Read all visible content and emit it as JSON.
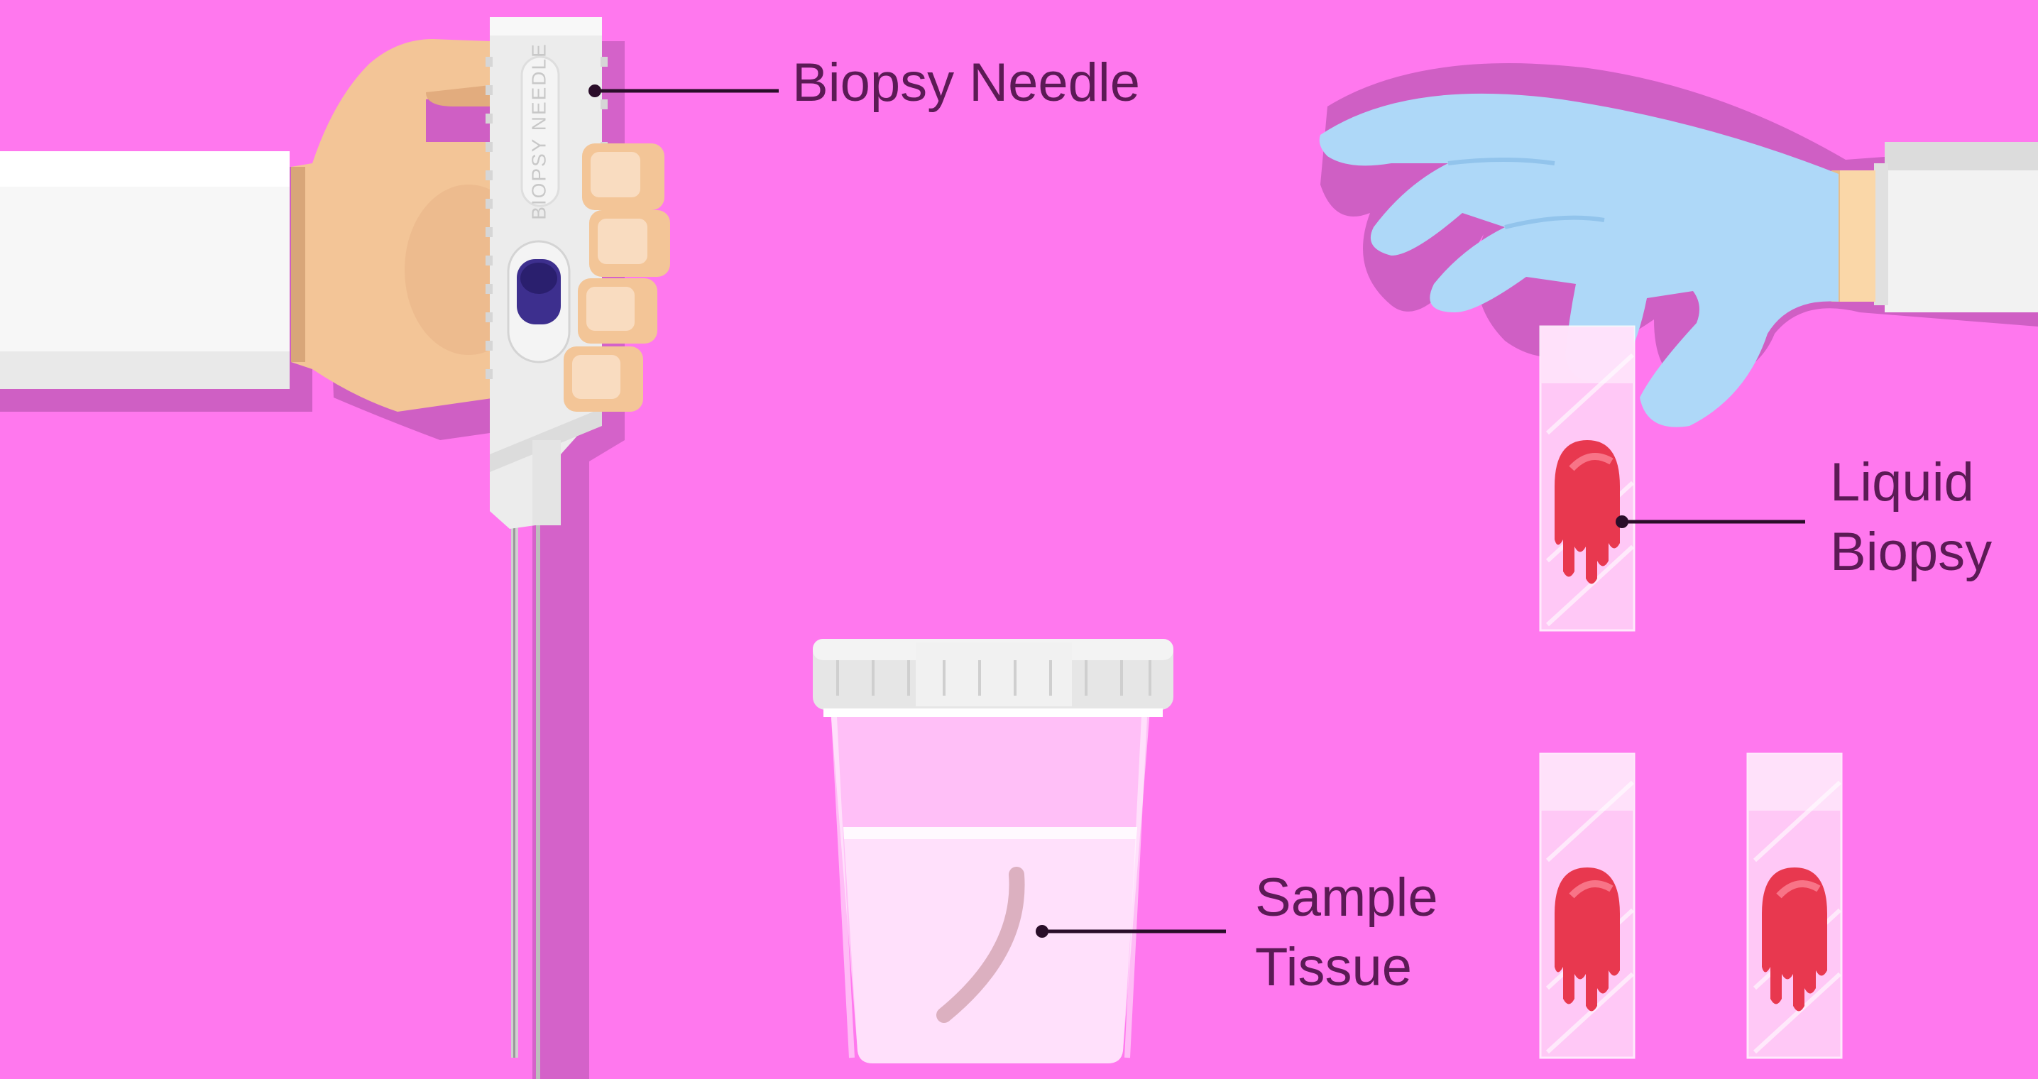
{
  "diagram": {
    "labels": {
      "biopsy_needle": "Biopsy Needle",
      "liquid_biopsy_line1": "Liquid",
      "liquid_biopsy_line2": "Biopsy",
      "sample_tissue_line1": "Sample",
      "sample_tissue_line2": "Tissue"
    },
    "device_text": "BIOPSY NEEDLE"
  },
  "colors": {
    "background": "#ff78ee",
    "shadow": "#cf5fc4",
    "skin": "#f3c597",
    "glove": "#aed8f8",
    "sleeve": "#f7f7f7",
    "device": "#ececec",
    "button": "#3d2f8e",
    "blood": "#e8384f",
    "label_text": "#5b1a55",
    "leader_line": "#2a0d29"
  },
  "icons": [
    "hand-icon",
    "biopsy-needle-icon",
    "gloved-hand-icon",
    "sample-container-icon",
    "blood-tube-icon"
  ]
}
